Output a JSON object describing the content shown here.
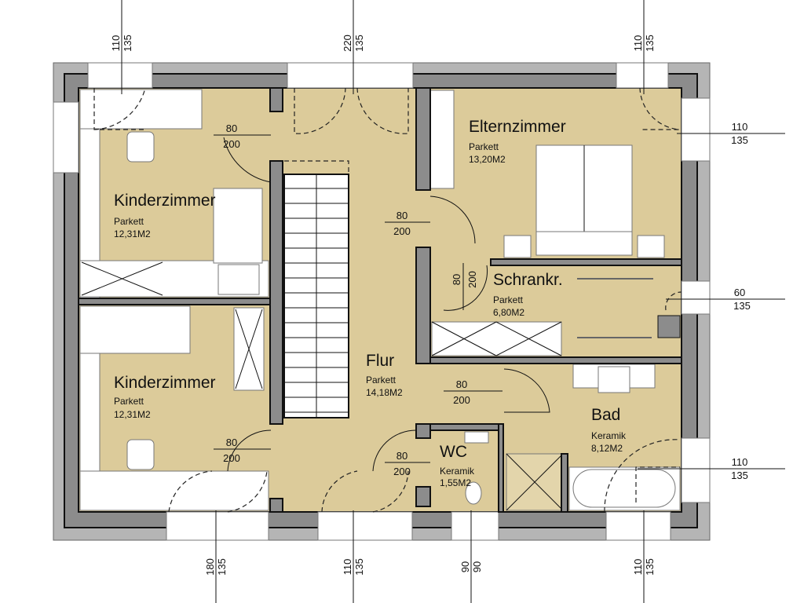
{
  "rooms": {
    "kinder_top": {
      "name": "Kinderzimmer",
      "floor": "Parkett",
      "area": "12,31M2"
    },
    "kinder_bottom": {
      "name": "Kinderzimmer",
      "floor": "Parkett",
      "area": "12,31M2"
    },
    "flur": {
      "name": "Flur",
      "floor": "Parkett",
      "area": "14,18M2"
    },
    "eltern": {
      "name": "Elternzimmer",
      "floor": "Parkett",
      "area": "13,20M2"
    },
    "schrank": {
      "name": "Schrankr.",
      "floor": "Parkett",
      "area": "6,80M2"
    },
    "bad": {
      "name": "Bad",
      "floor": "Keramik",
      "area": "8,12M2"
    },
    "wc": {
      "name": "WC",
      "floor": "Keramik",
      "area": "1,55M2"
    }
  },
  "doors": [
    {
      "w": "80",
      "h": "200"
    },
    {
      "w": "80",
      "h": "200"
    },
    {
      "w": "80",
      "h": "200"
    },
    {
      "w": "80",
      "h": "200"
    },
    {
      "w": "80",
      "h": "200"
    },
    {
      "w": "80",
      "h": "200"
    }
  ],
  "windows": {
    "top": [
      {
        "w": "110",
        "h": "135"
      },
      {
        "w": "220",
        "h": "135"
      },
      {
        "w": "110",
        "h": "135"
      }
    ],
    "right": [
      {
        "w": "110",
        "h": "135"
      },
      {
        "w": "60",
        "h": "135"
      },
      {
        "w": "110",
        "h": "135"
      }
    ],
    "bottom": [
      {
        "w": "180",
        "h": "135"
      },
      {
        "w": "110",
        "h": "135"
      },
      {
        "w": "90",
        "h": "90"
      },
      {
        "w": "110",
        "h": "135"
      }
    ]
  },
  "colors": {
    "floor": "#dccb9a",
    "wall": "#8c8c8c",
    "outer": "#b5b5b5"
  }
}
